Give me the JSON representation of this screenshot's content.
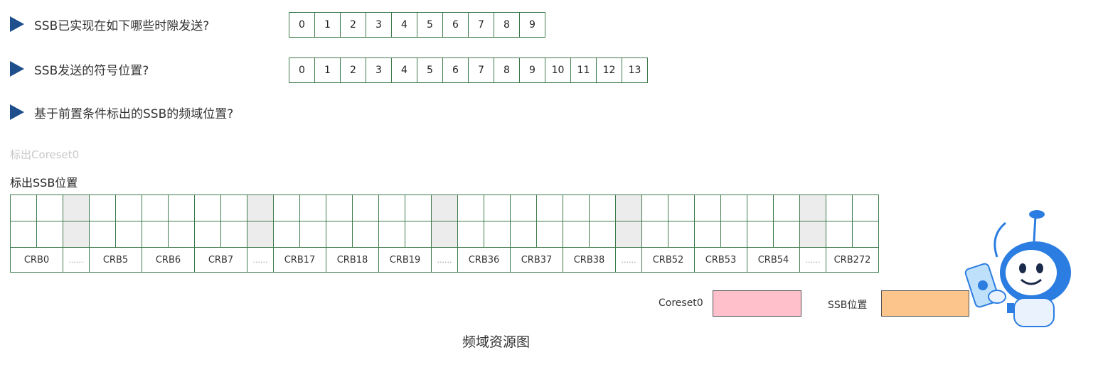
{
  "questions": {
    "q1": "SSB已实现在如下哪些时隙发送?",
    "q2": "SSB发送的符号位置?",
    "q3": "基于前置条件标出的SSB的频域位置?"
  },
  "slots": [
    "0",
    "1",
    "2",
    "3",
    "4",
    "5",
    "6",
    "7",
    "8",
    "9"
  ],
  "symbols": [
    "0",
    "1",
    "2",
    "3",
    "4",
    "5",
    "6",
    "7",
    "8",
    "9",
    "10",
    "11",
    "12",
    "13"
  ],
  "labels": {
    "coreset_mark": "标出Coreset0",
    "ssb_mark": "标出SSB位置"
  },
  "crb": {
    "crb0": "CRB0",
    "dots1": "......",
    "crb5": "CRB5",
    "crb6": "CRB6",
    "crb7": "CRB7",
    "dots2": "......",
    "crb17": "CRB17",
    "crb18": "CRB18",
    "crb19": "CRB19",
    "dots3": "......",
    "crb36": "CRB36",
    "crb37": "CRB37",
    "crb38": "CRB38",
    "dots4": "......",
    "crb52": "CRB52",
    "crb53": "CRB53",
    "crb54": "CRB54",
    "dots5": "......",
    "crb272": "CRB272"
  },
  "legend": {
    "coreset_label": "Coreset0",
    "coreset_color": "#ffc0cb",
    "ssb_label": "SSB位置",
    "ssb_color": "#fbc58b"
  },
  "caption": "频域资源图",
  "colors": {
    "arrow": "#1e4f8c",
    "grid_border": "#3d7a4b",
    "shade": "#ececec"
  },
  "mascot_icon": "robot-mascot-icon"
}
